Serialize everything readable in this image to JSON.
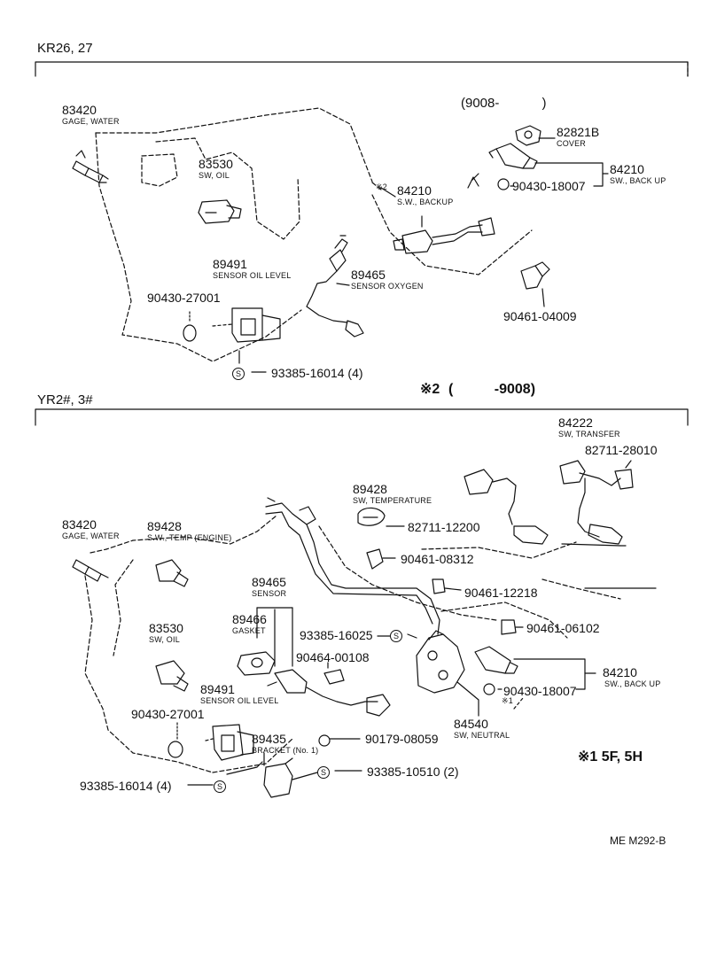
{
  "sections": [
    {
      "title": "KR26, 27"
    },
    {
      "title": "YR2#, 3#"
    }
  ],
  "notes": {
    "n2_mark": "※2",
    "n2_range": "( -9008)",
    "n1": "※1 5F, 5H",
    "top_range": "(9008- )",
    "mark_small_2": "※2",
    "mark_small_1": "※1",
    "s_symbol": "S",
    "ref_code": "ME M292-B"
  },
  "kr": {
    "p83420": {
      "num": "83420",
      "name": "GAGE, WATER"
    },
    "p83530": {
      "num": "83530",
      "name": "SW, OIL"
    },
    "p89491": {
      "num": "89491",
      "name": "SENSOR OIL LEVEL"
    },
    "p90430a": {
      "num": "90430-27001"
    },
    "p93385a": {
      "num": "93385-16014 (4)"
    },
    "p89465": {
      "num": "89465",
      "name": "SENSOR OXYGEN"
    },
    "p84210a": {
      "num": "84210",
      "name": "S.W., BACKUP"
    },
    "p82821": {
      "num": "82821B",
      "name": "COVER"
    },
    "p90430b": {
      "num": "90430-18007"
    },
    "p84210b": {
      "num": "84210",
      "name": "SW., BACK UP"
    },
    "p90461": {
      "num": "90461-04009"
    }
  },
  "yr": {
    "p84222": {
      "num": "84222",
      "name": "SW, TRANSFER"
    },
    "p82711a": {
      "num": "82711-28010"
    },
    "p89428a": {
      "num": "89428",
      "name": "SW, TEMPERATURE"
    },
    "p82711b": {
      "num": "82711-12200"
    },
    "p90461a": {
      "num": "90461-08312"
    },
    "p90461b": {
      "num": "90461-12218"
    },
    "p90461c": {
      "num": "90461-06102"
    },
    "p83420": {
      "num": "83420",
      "name": "GAGE, WATER"
    },
    "p89428b": {
      "num": "89428",
      "name": "S.W., TEMP (ENGINE)"
    },
    "p89465": {
      "num": "89465",
      "name": "SENSOR"
    },
    "p89466": {
      "num": "89466",
      "name": "GASKET"
    },
    "p93385b": {
      "num": "93385-16025"
    },
    "p90464": {
      "num": "90464-00108"
    },
    "p84210": {
      "num": "84210",
      "name": "SW., BACK UP"
    },
    "p90430b": {
      "num": "90430-18007"
    },
    "p83530": {
      "num": "83530",
      "name": "SW, OIL"
    },
    "p89491": {
      "num": "89491",
      "name": "SENSOR OIL LEVEL"
    },
    "p90430a": {
      "num": "90430-27001"
    },
    "p89435": {
      "num": "89435",
      "name": "BRACKET (No. 1)"
    },
    "p90179": {
      "num": "90179-08059"
    },
    "p84540": {
      "num": "84540",
      "name": "SW, NEUTRAL"
    },
    "p93385c": {
      "num": "93385-16014 (4)"
    },
    "p93385d": {
      "num": "93385-10510 (2)"
    }
  }
}
